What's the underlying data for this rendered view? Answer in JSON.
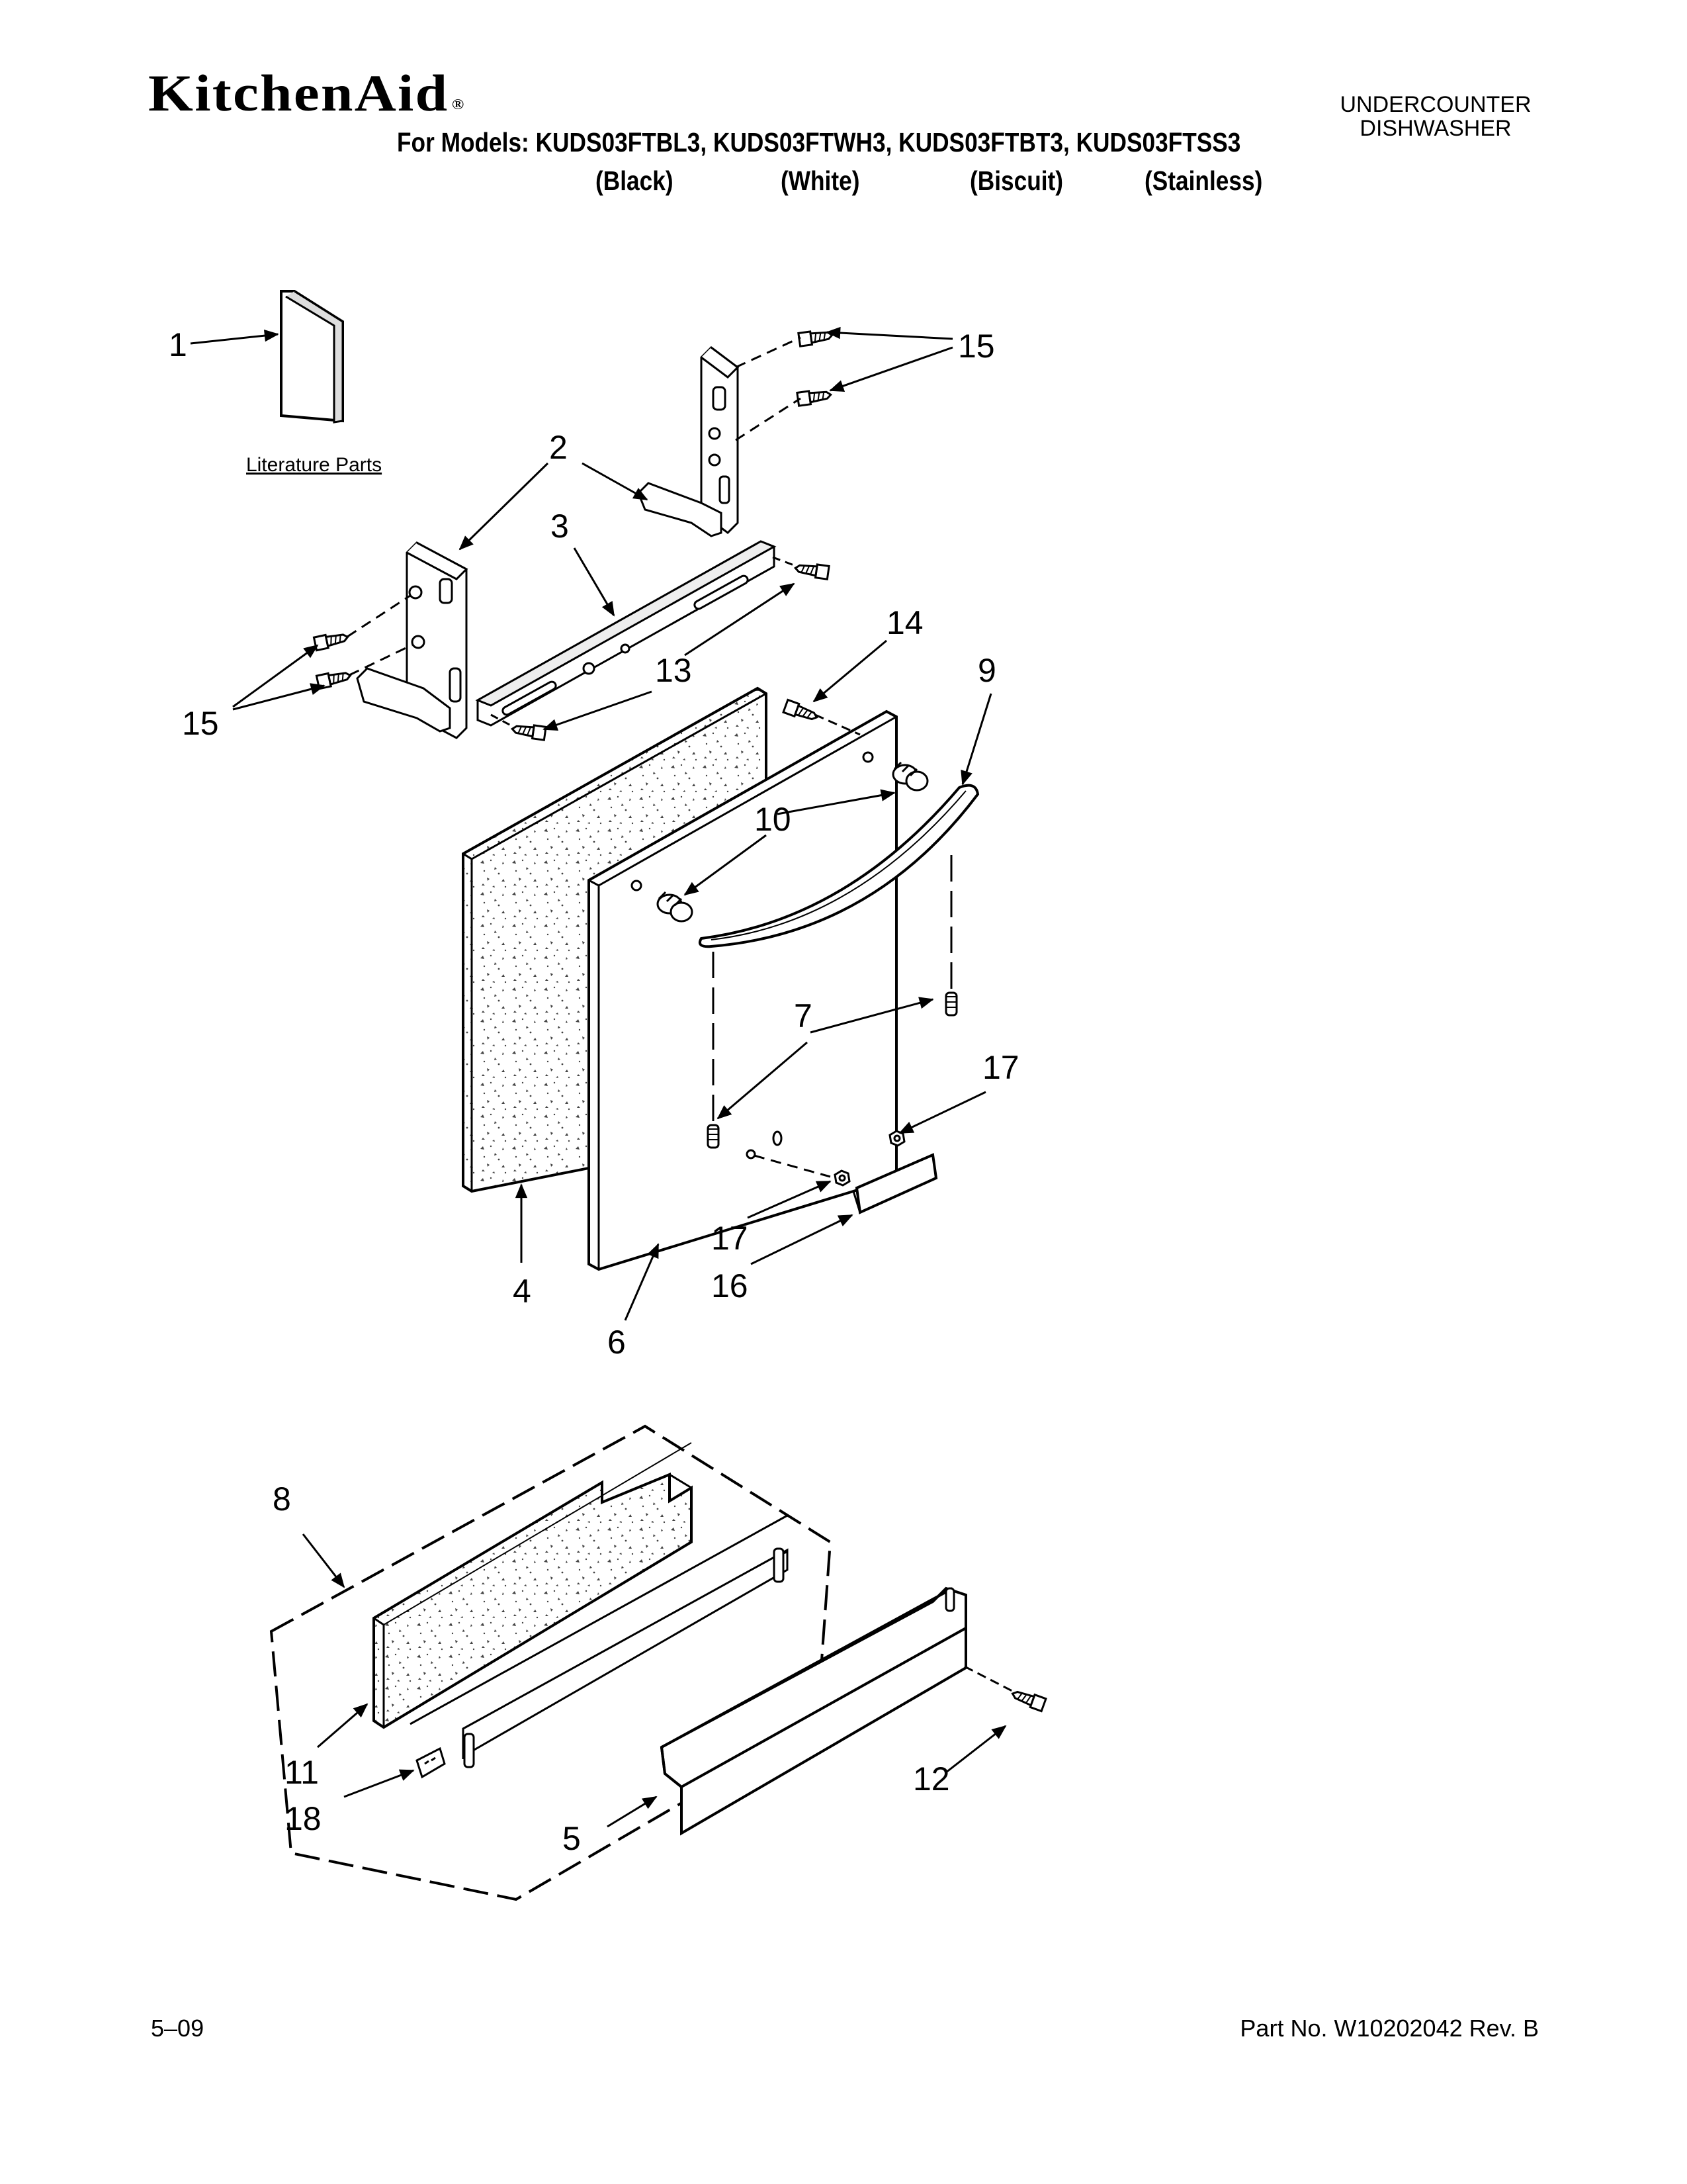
{
  "header": {
    "brand": "KitchenAid",
    "models_line": "For Models: KUDS03FTBL3, KUDS03FTWH3, KUDS03FTBT3, KUDS03FTSS3",
    "variants": [
      "(Black)",
      "(White)",
      "(Biscuit)",
      "(Stainless)"
    ],
    "product_type_line1": "UNDERCOUNTER",
    "product_type_line2": "DISHWASHER"
  },
  "diagram": {
    "literature_label": "Literature Parts",
    "callouts": {
      "c1": "1",
      "c2": "2",
      "c3": "3",
      "c4": "4",
      "c5": "5",
      "c6": "6",
      "c7": "7",
      "c8": "8",
      "c9": "9",
      "c10": "10",
      "c11": "11",
      "c12": "12",
      "c13": "13",
      "c14": "14",
      "c15a": "15",
      "c15b": "15",
      "c16": "16",
      "c17a": "17",
      "c17b": "17",
      "c18": "18"
    }
  },
  "footer": {
    "date": "5–09",
    "part_number": "Part No. W10202042 Rev. B"
  }
}
